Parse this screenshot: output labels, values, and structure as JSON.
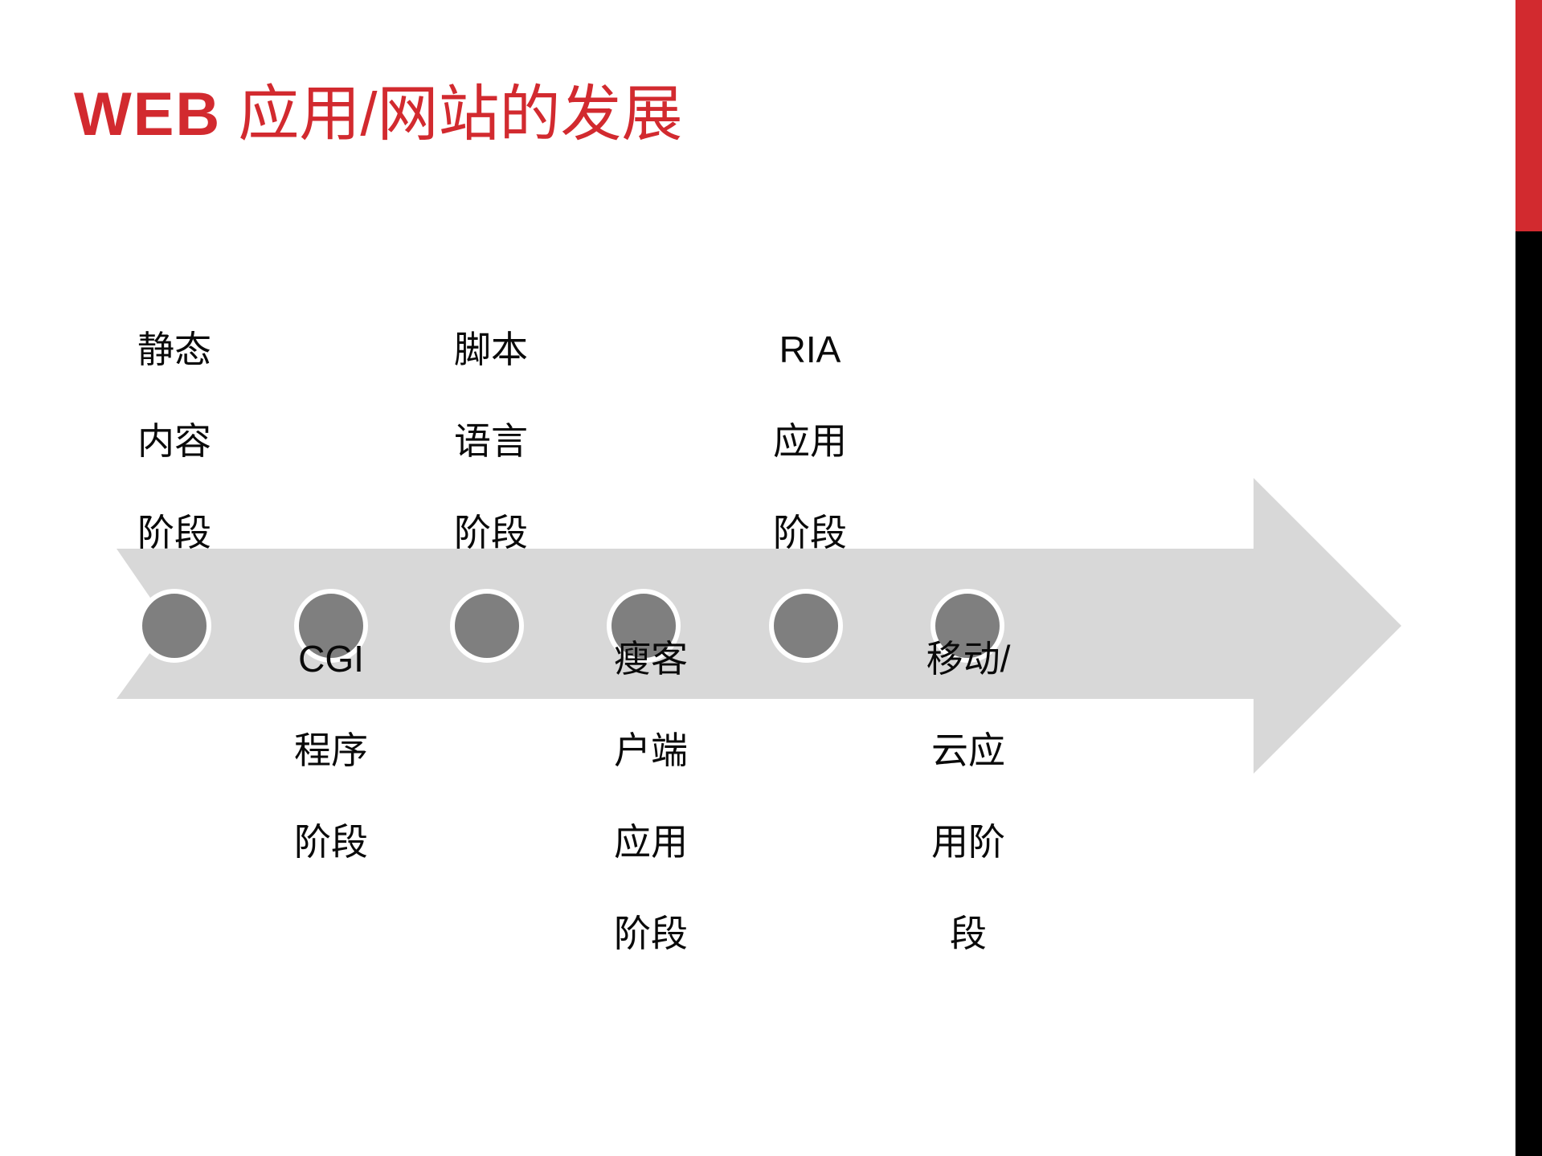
{
  "slide": {
    "title_part1": "WEB",
    "title_part2": " 应用/网站的发展",
    "title_full": "WEB 应用/网站的发展",
    "background_color": "#FFFFFF",
    "accent_red": "#D22A2F",
    "accent_black": "#000000"
  },
  "edge_bar": {
    "red_label": "red-accent-bar",
    "black_label": "black-accent-bar"
  },
  "timeline": {
    "arrow_color": "#D8D8D8",
    "dot_fill": "#7F7F7F",
    "dot_ring": "#FFFFFF",
    "stages": [
      {
        "index": 1,
        "position": "above",
        "lines": [
          "静态",
          "内容",
          "阶段"
        ],
        "text": "静态\n内容\n阶段"
      },
      {
        "index": 2,
        "position": "below",
        "lines": [
          "CGI",
          "程序",
          "阶段"
        ],
        "text": "CGI\n程序\n阶段"
      },
      {
        "index": 3,
        "position": "above",
        "lines": [
          "脚本",
          "语言",
          "阶段"
        ],
        "text": "脚本\n语言\n阶段"
      },
      {
        "index": 4,
        "position": "below",
        "lines": [
          "瘦客",
          "户端",
          "应用",
          "阶段"
        ],
        "text": "瘦客\n户端\n应用\n阶段"
      },
      {
        "index": 5,
        "position": "above",
        "lines": [
          "RIA",
          "应用",
          "阶段"
        ],
        "text": "RIA\n应用\n阶段"
      },
      {
        "index": 6,
        "position": "below",
        "lines": [
          "移动/",
          "云应",
          "用阶",
          "段"
        ],
        "text": "移动/\n云应\n用阶\n段"
      }
    ]
  }
}
